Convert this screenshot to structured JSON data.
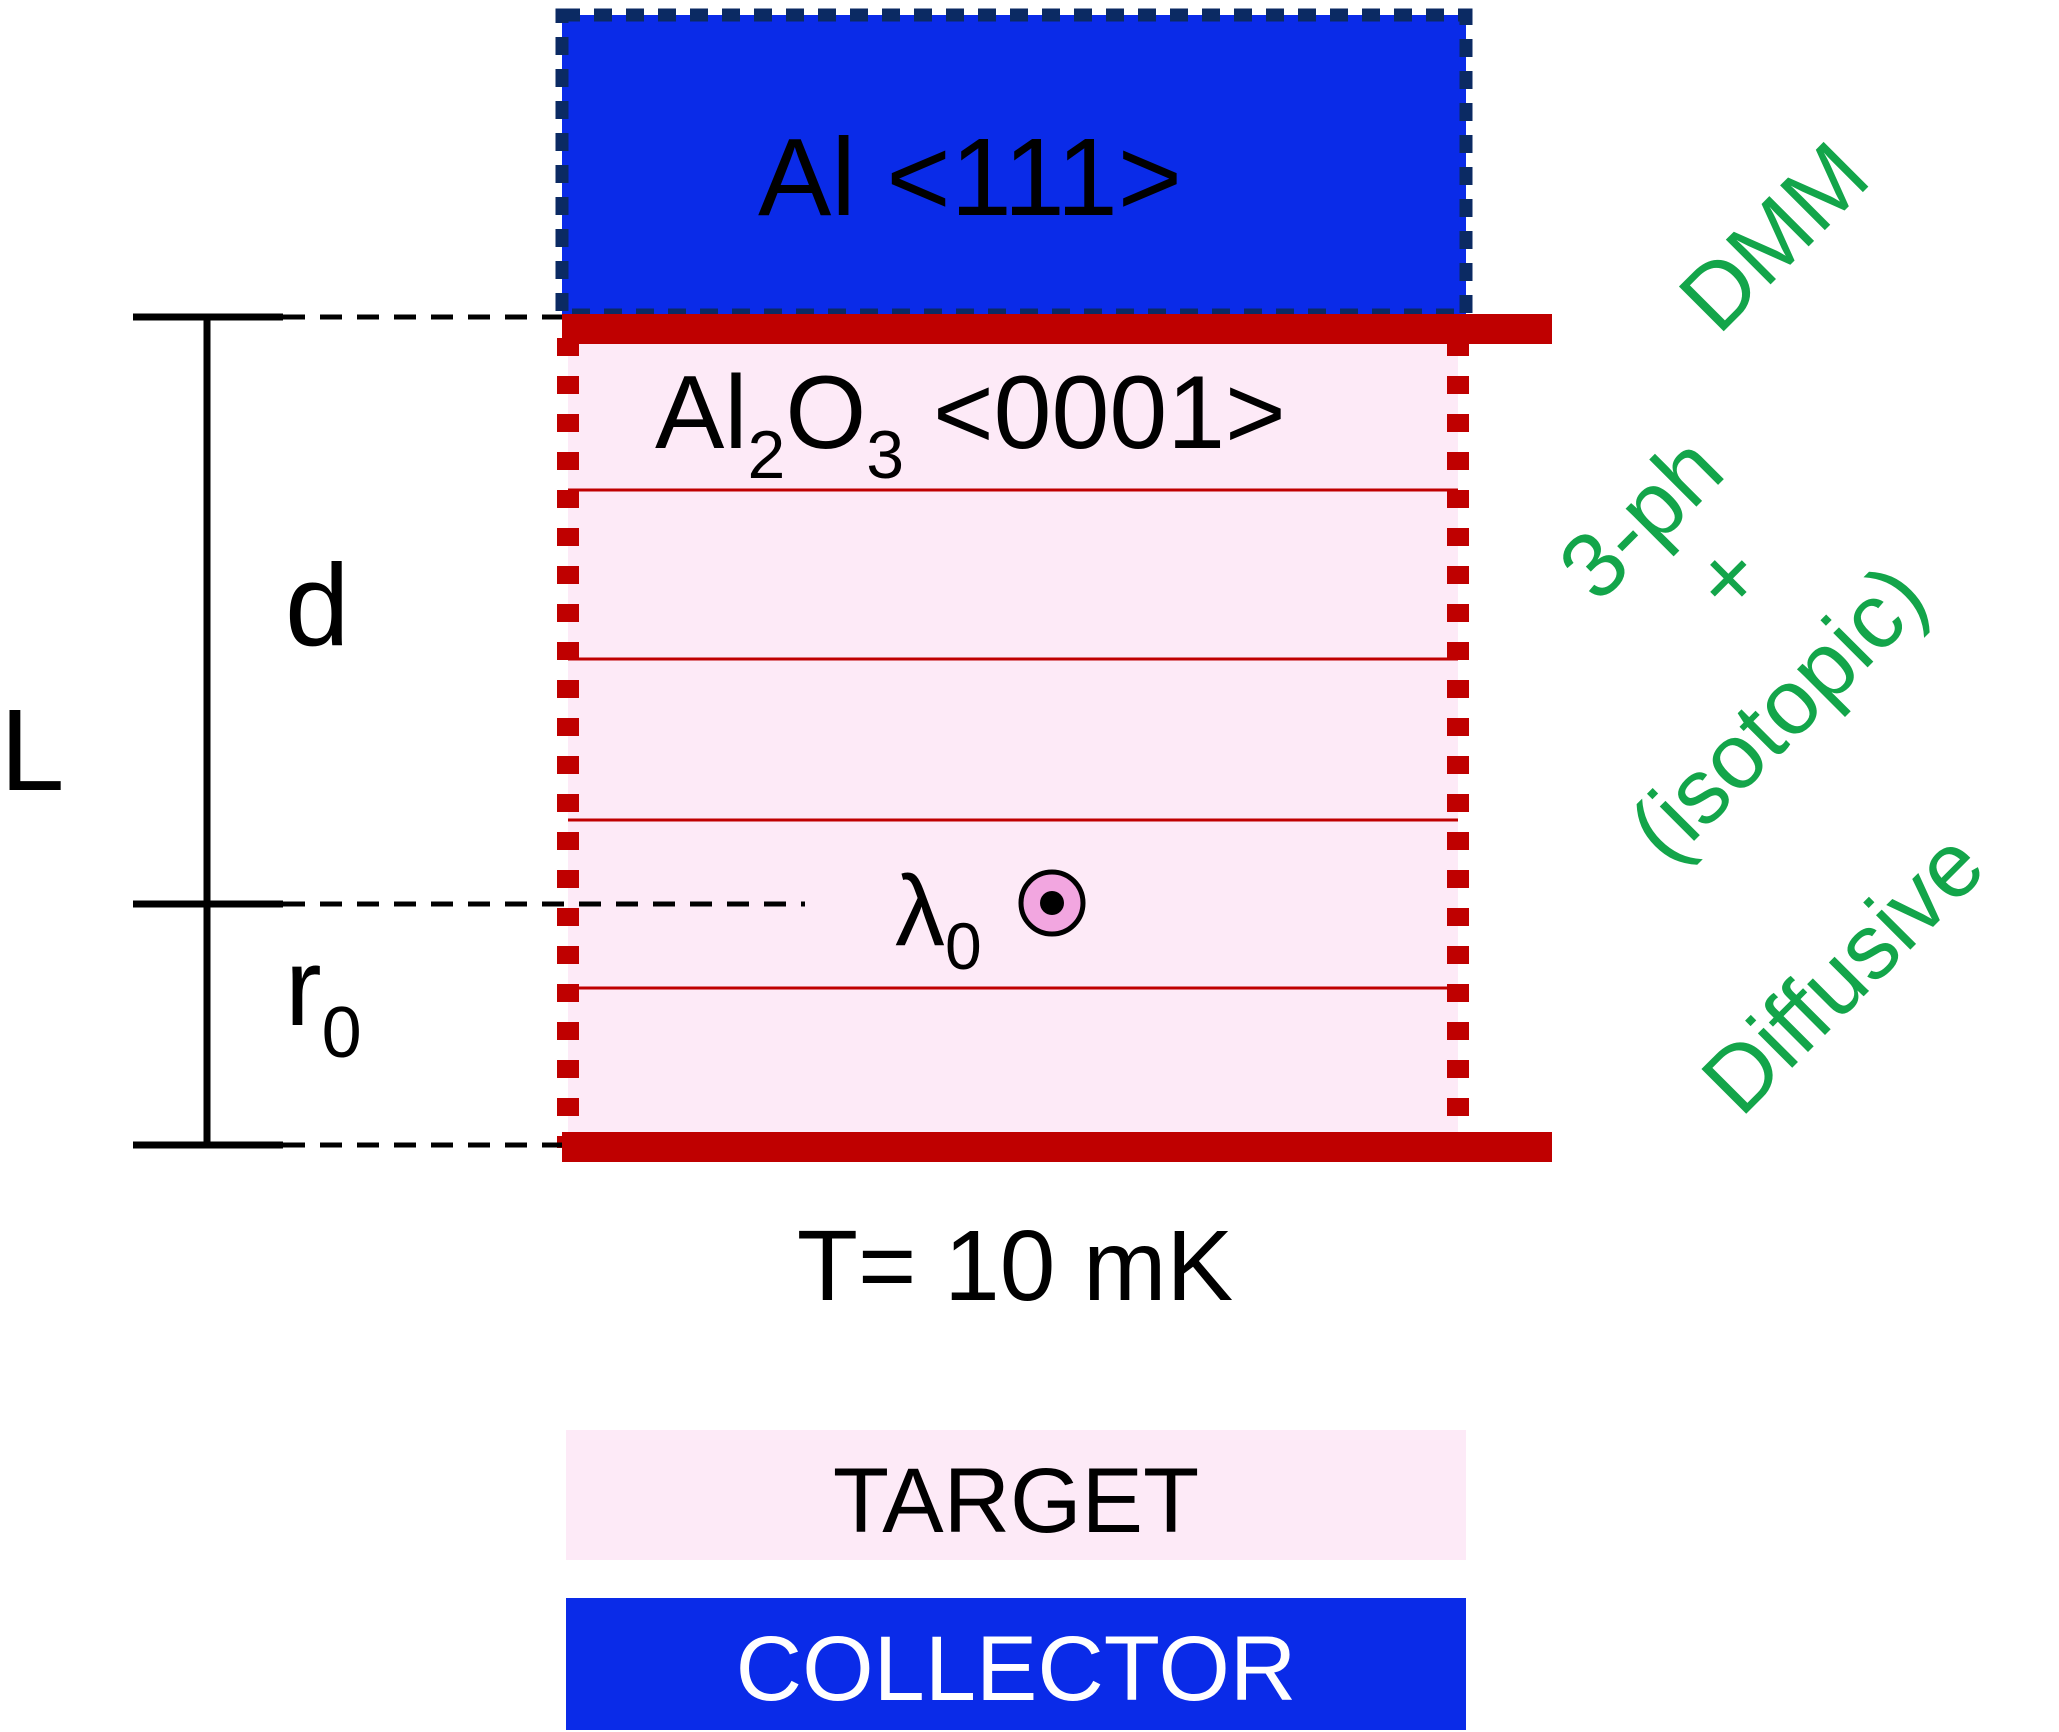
{
  "collector_layer": {
    "label": "Al <111>",
    "color": "#0a2be8"
  },
  "target_layer": {
    "label_prefix": "Al",
    "label_sub1": "2",
    "label_mid": "O",
    "label_sub2": "3",
    "label_suffix": " <0001>",
    "color": "#fdeaf7"
  },
  "interface_color": "#bf0000",
  "source": {
    "symbol": "λ",
    "subscript": "0",
    "marker": "dot-in-circle-icon"
  },
  "dimensions": {
    "L": "L",
    "d": "d",
    "r0_symbol": "r",
    "r0_subscript": "0"
  },
  "temperature": "T= 10 mK",
  "boundary_conditions": {
    "top": "DMM",
    "bulk_line1": "3-ph",
    "bulk_line2": "+",
    "bulk_line3": "(isotopic)",
    "bottom": "Diffusive",
    "color": "#13a54a"
  },
  "legend": {
    "target_label": "TARGET",
    "target_color": "#fdeaf7",
    "collector_label": "COLLECTOR",
    "collector_color": "#0a2be8"
  }
}
